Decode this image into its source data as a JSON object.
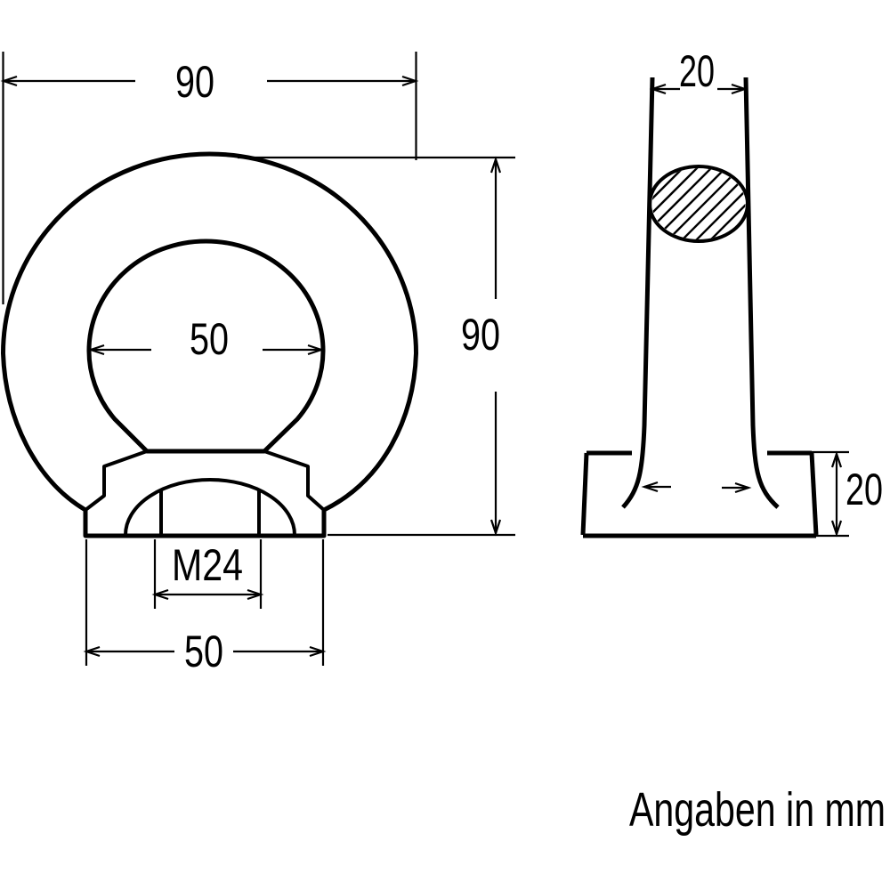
{
  "drawing": {
    "background": "#ffffff",
    "line_color": "#000000",
    "note": "Angaben in mm",
    "front_view": {
      "outer_width": "90",
      "overall_height": "90",
      "eye_inner_diameter": "50",
      "thread": "M24",
      "base_width": "50"
    },
    "side_view": {
      "ring_thickness": "20",
      "base_height": "20"
    }
  }
}
